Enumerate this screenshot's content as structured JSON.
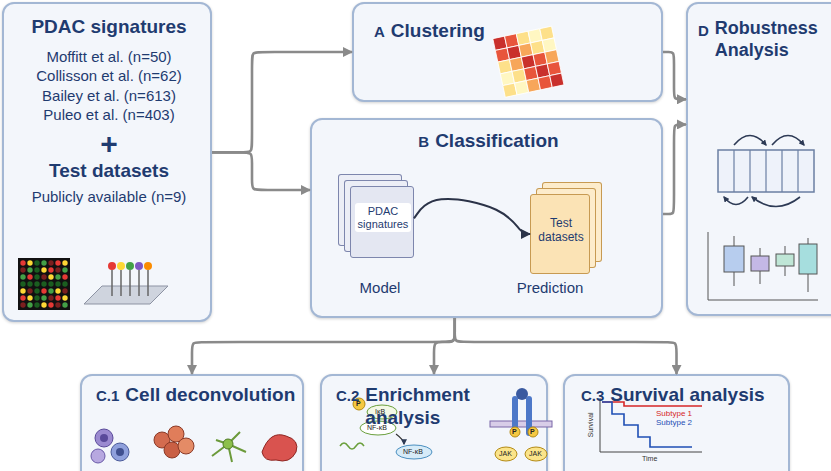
{
  "diagram": {
    "nodes": [
      {
        "text": [
          "PDAC signatures",
          "Moffitt et al. (n=50)",
          "Collisson et al. (n=62)",
          "Bailey et al. (n=613)",
          "Puleo et al. (n=403)",
          "+",
          "Test datasets",
          "Publicly available (n=9)"
        ]
      },
      {
        "text": [
          "A",
          "Clustering"
        ]
      },
      {
        "text": [
          "B",
          "Classification"
        ]
      },
      {
        "text": [
          "PDAC signatures"
        ],
        "in": 2
      },
      {
        "text": [
          "Test datasets"
        ],
        "in": 2
      },
      {
        "text": [
          "D",
          "Robustness Analysis"
        ]
      },
      {
        "text": [
          "C.1",
          "Cell deconvolution"
        ]
      },
      {
        "text": [
          "C.2",
          "Enrichment analysis"
        ]
      },
      {
        "text": [
          "C.3",
          "Survival analysis"
        ]
      }
    ],
    "edges": [
      {
        "from": 0,
        "to": 1,
        "arrow": "to"
      },
      {
        "from": 0,
        "to": 2,
        "arrow": "to"
      },
      {
        "from": 3,
        "to": 4,
        "arrow": "to"
      },
      {
        "from": 1,
        "to": 5,
        "arrow": "to"
      },
      {
        "from": 2,
        "to": 5,
        "arrow": "to"
      },
      {
        "from": 2,
        "to": 6,
        "arrow": "to"
      },
      {
        "from": 2,
        "to": 7,
        "arrow": "to"
      },
      {
        "from": 2,
        "to": 8,
        "arrow": "to"
      }
    ],
    "labels": [
      "Model",
      "Prediction",
      "P",
      "IκB",
      "NF-κB",
      "NF-κB",
      "P",
      "P",
      "JAK",
      "JAK",
      "Subtype 1",
      "Subtype 2",
      "Survival",
      "Time"
    ]
  }
}
